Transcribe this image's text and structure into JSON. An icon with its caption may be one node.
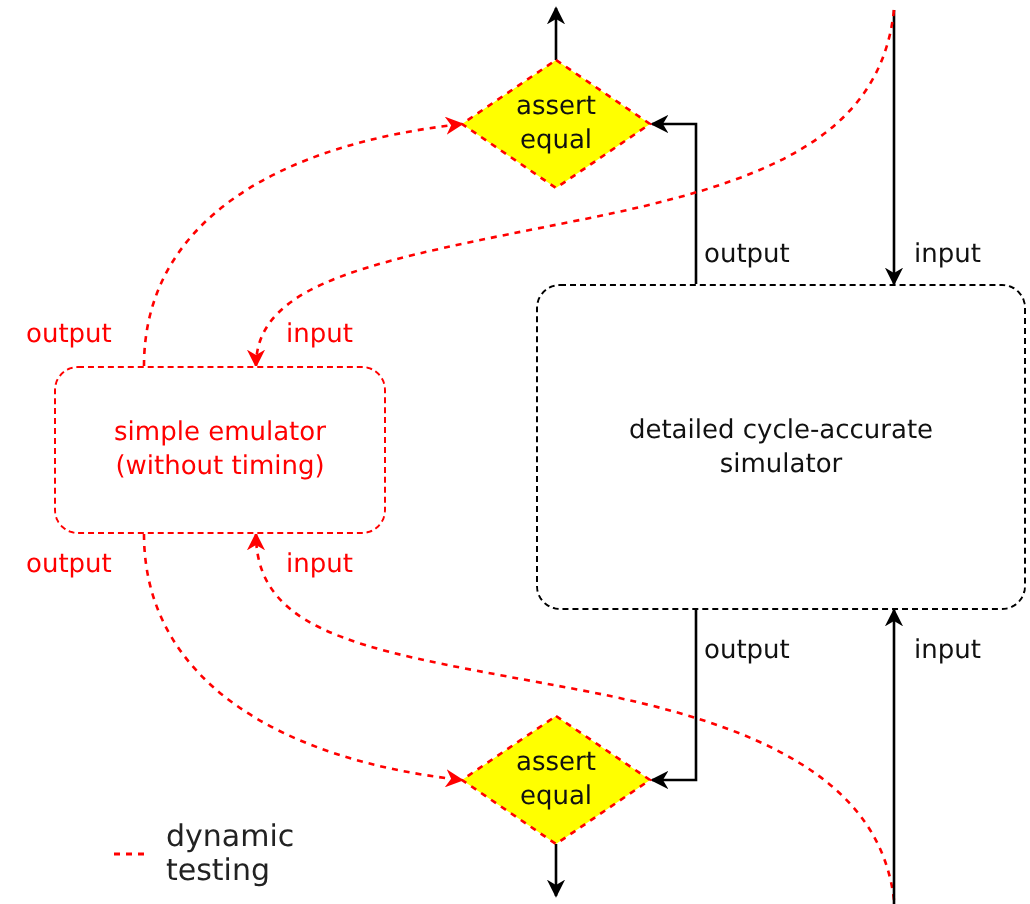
{
  "diagram": {
    "nodes": [
      {
        "text": [
          "assert equal"
        ]
      },
      {
        "text": [
          "simple emulator (without timing)"
        ]
      },
      {
        "text": [
          "detailed cycle-accurate simulator"
        ]
      },
      {
        "text": [
          "assert equal"
        ]
      }
    ],
    "edges": [
      {
        "from": 0,
        "to": null,
        "arrow": "to"
      },
      {
        "from": null,
        "to": 2,
        "arrow": "to",
        "label": "input"
      },
      {
        "from": 2,
        "to": 0,
        "arrow": "to",
        "label": "output"
      },
      {
        "from": 1,
        "to": 0,
        "arrow": "to",
        "label": "output",
        "style": "dashed",
        "color": "#ff0000"
      },
      {
        "from": null,
        "to": 1,
        "arrow": "to",
        "label": "input",
        "style": "dashed",
        "color": "#ff0000"
      },
      {
        "from": 1,
        "to": 3,
        "arrow": "to",
        "label": "output",
        "style": "dashed",
        "color": "#ff0000"
      },
      {
        "from": null,
        "to": 1,
        "arrow": "to",
        "label": "input",
        "style": "dashed",
        "color": "#ff0000"
      },
      {
        "from": 2,
        "to": 3,
        "arrow": "to",
        "label": "output"
      },
      {
        "from": null,
        "to": 2,
        "arrow": "to",
        "label": "input"
      },
      {
        "from": 3,
        "to": null,
        "arrow": "to"
      }
    ],
    "legend": [
      {
        "text": "dynamic testing"
      }
    ]
  }
}
